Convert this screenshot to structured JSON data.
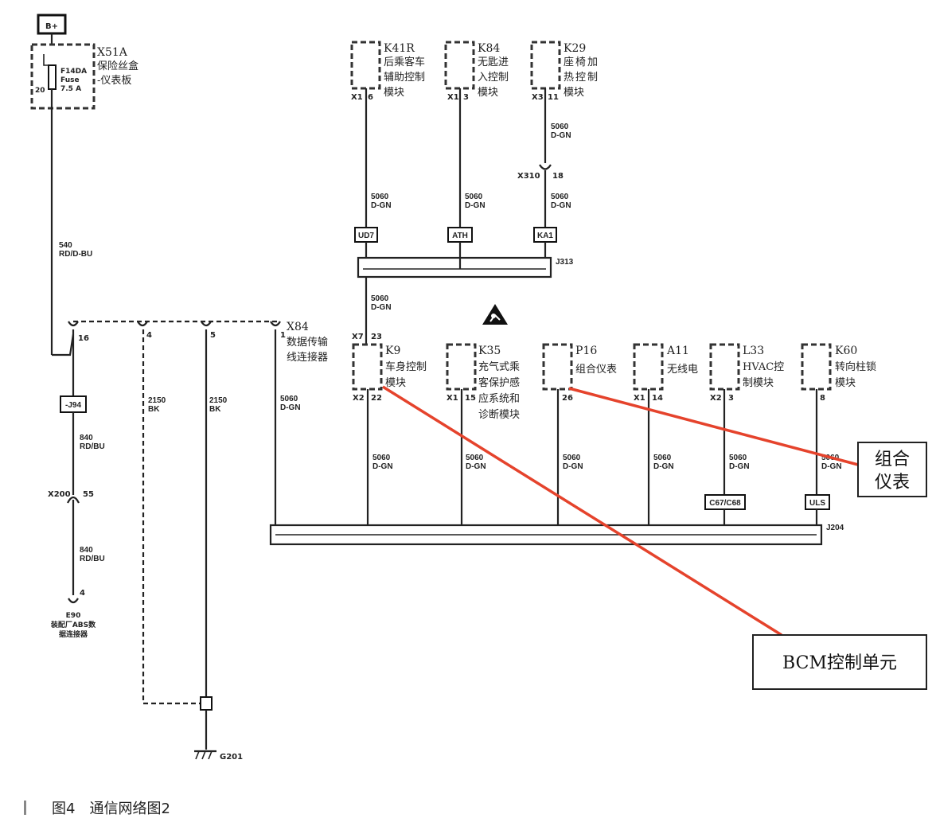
{
  "power": {
    "label": "B+"
  },
  "fuse_box": {
    "id": "X51A",
    "name_lines": [
      "保险丝盒",
      "-仪表板"
    ],
    "fuse_lines": [
      "F14DA",
      "Fuse",
      "7.5 A"
    ],
    "pin": "20"
  },
  "wire_540": [
    "540",
    "RD/D-BU"
  ],
  "x84": {
    "id": "X84",
    "name_lines": [
      "数据传输",
      "线连接器"
    ],
    "pins": [
      "16",
      "4",
      "5",
      "1"
    ]
  },
  "j94": "-J94",
  "wire_840_a": [
    "840",
    "RD/BU"
  ],
  "x200": {
    "id": "X200",
    "pin": "55"
  },
  "wire_840_b": [
    "840",
    "RD/BU"
  ],
  "e90": {
    "pin": "4",
    "id": "E90",
    "name_lines": [
      "装配厂ABS数",
      "据连接器"
    ]
  },
  "wire_2150_a": [
    "2150",
    "BK"
  ],
  "wire_2150_b": [
    "2150",
    "BK"
  ],
  "wire_5060_x84": [
    "5060",
    "D-GN"
  ],
  "ground": "G201",
  "top_modules": [
    {
      "id": "K41R",
      "name_lines": [
        "后乘客车",
        "辅助控制",
        "模块"
      ],
      "conn": "X1",
      "pin": "6",
      "wire": [
        "5060",
        "D-GN"
      ],
      "tag": "UD7"
    },
    {
      "id": "K84",
      "name_lines": [
        "无匙进",
        "入控制",
        "模块"
      ],
      "conn": "X1",
      "pin": "3",
      "wire": [
        "5060",
        "D-GN"
      ],
      "tag": "ATH"
    },
    {
      "id": "K29",
      "name_lines": [
        "座椅加",
        "热控制",
        "模块"
      ],
      "conn": "X3",
      "pin": "11",
      "wire": [
        "5060",
        "D-GN"
      ],
      "tag": "KA1"
    }
  ],
  "k29_upper_wire": [
    "5060",
    "D-GN"
  ],
  "x310": {
    "id": "X310",
    "pin": "18"
  },
  "j313": "J313",
  "j313_out_wire": [
    "5060",
    "D-GN"
  ],
  "x7": {
    "conn": "X7",
    "pin": "23"
  },
  "bottom_modules": [
    {
      "id": "K9",
      "name_lines": [
        "车身控制",
        "模块"
      ],
      "conn": "X2",
      "pin": "22",
      "wire": [
        "5060",
        "D-GN"
      ],
      "tag": ""
    },
    {
      "id": "K35",
      "name_lines": [
        "充气式乘",
        "客保护感",
        "应系统和",
        "诊断模块"
      ],
      "conn": "X1",
      "pin": "15",
      "wire": [
        "5060",
        "D-GN"
      ],
      "tag": ""
    },
    {
      "id": "P16",
      "name_lines": [
        "组合仪表"
      ],
      "conn": "",
      "pin": "26",
      "wire": [
        "5060",
        "D-GN"
      ],
      "tag": ""
    },
    {
      "id": "A11",
      "name_lines": [
        "无线电"
      ],
      "conn": "X1",
      "pin": "14",
      "wire": [
        "5060",
        "D-GN"
      ],
      "tag": ""
    },
    {
      "id": "L33",
      "name_lines": [
        "HVAC控",
        "制模块"
      ],
      "conn": "X2",
      "pin": "3",
      "wire": [
        "5060",
        "D-GN"
      ],
      "tag": "C67/C68"
    },
    {
      "id": "K60",
      "name_lines": [
        "转向柱锁",
        "模块"
      ],
      "conn": "",
      "pin": "8",
      "wire": [
        "5060",
        "D-GN"
      ],
      "tag": "ULS"
    }
  ],
  "j204": "J204",
  "callouts": {
    "cluster_lines": [
      "组合",
      "仪表"
    ],
    "bcm": "BCM控制单元"
  },
  "caption": {
    "number": "图4",
    "title": "通信网络图2"
  },
  "colors": {
    "wire": "#222222",
    "callout_line": "#e5432c"
  }
}
